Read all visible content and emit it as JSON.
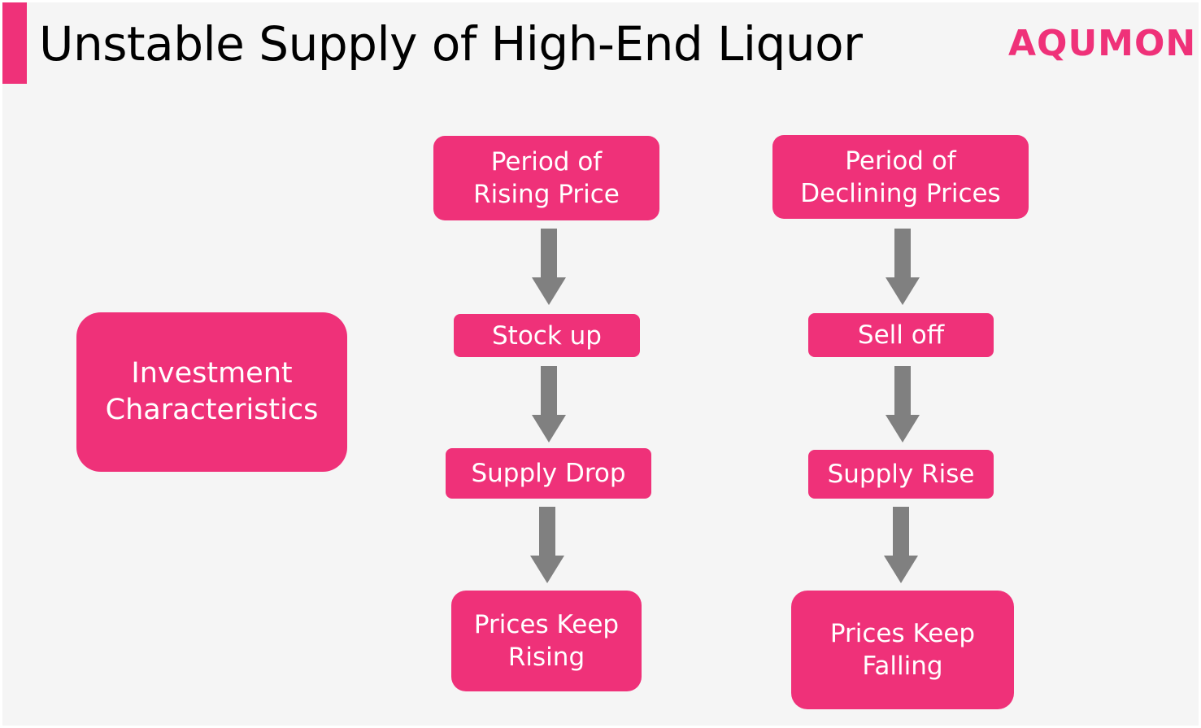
{
  "slide": {
    "title": "Unstable Supply of High-End Liquor",
    "logo": "AQUMON"
  },
  "colors": {
    "accent": "#ef3179",
    "arrow": "#808080",
    "box_text": "#ffffff",
    "title_text": "#000000",
    "background": "#f5f5f5"
  },
  "diagram": {
    "root": {
      "lines": [
        "Investment",
        "Characteristics"
      ]
    },
    "rising_flow": {
      "period": {
        "lines": [
          "Period of",
          "Rising Price"
        ]
      },
      "action": {
        "lines": [
          "Stock up"
        ]
      },
      "supply": {
        "lines": [
          "Supply Drop"
        ]
      },
      "result": {
        "lines": [
          "Prices Keep",
          "Rising"
        ]
      }
    },
    "declining_flow": {
      "period": {
        "lines": [
          "Period of",
          "Declining Prices"
        ]
      },
      "action": {
        "lines": [
          "Sell off"
        ]
      },
      "supply": {
        "lines": [
          "Supply Rise"
        ]
      },
      "result": {
        "lines": [
          "Prices Keep",
          "Falling"
        ]
      }
    },
    "arrow_icon": "arrow-down-icon"
  }
}
